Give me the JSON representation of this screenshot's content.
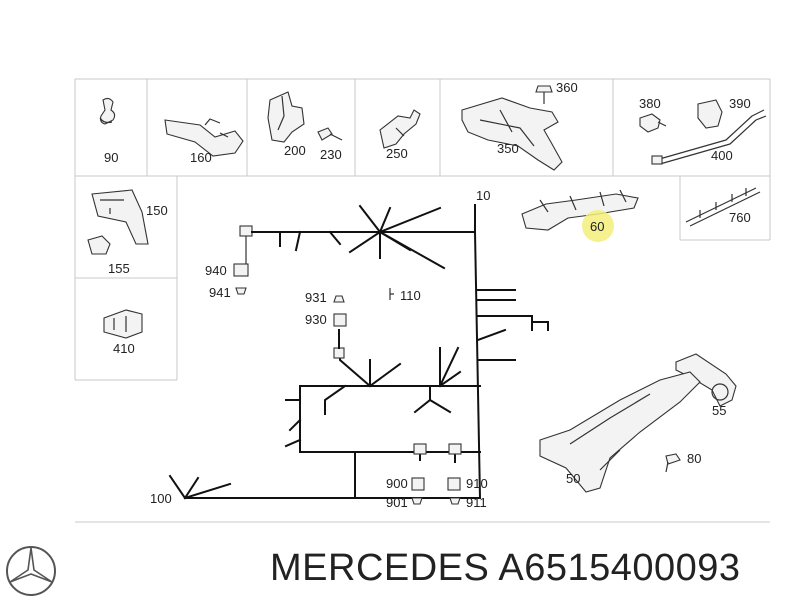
{
  "footer": {
    "brand": "MERCEDES",
    "part_number": "A6515400093"
  },
  "logo": {
    "icon": "mercedes-star-icon"
  },
  "highlight": {
    "color": "#f2ee7a",
    "label": "60"
  },
  "parts": {
    "p90": "90",
    "p160": "160",
    "p200": "200",
    "p230": "230",
    "p250": "250",
    "p350": "350",
    "p360": "360",
    "p380": "380",
    "p390": "390",
    "p400": "400",
    "p150": "150",
    "p155": "155",
    "p410": "410",
    "p10": "10",
    "p760": "760",
    "p940": "940",
    "p941": "941",
    "p931": "931",
    "p930": "930",
    "p110": "110",
    "p55": "55",
    "p80": "80",
    "p50": "50",
    "p100": "100",
    "p900": "900",
    "p901": "901",
    "p910": "910",
    "p911": "911"
  }
}
